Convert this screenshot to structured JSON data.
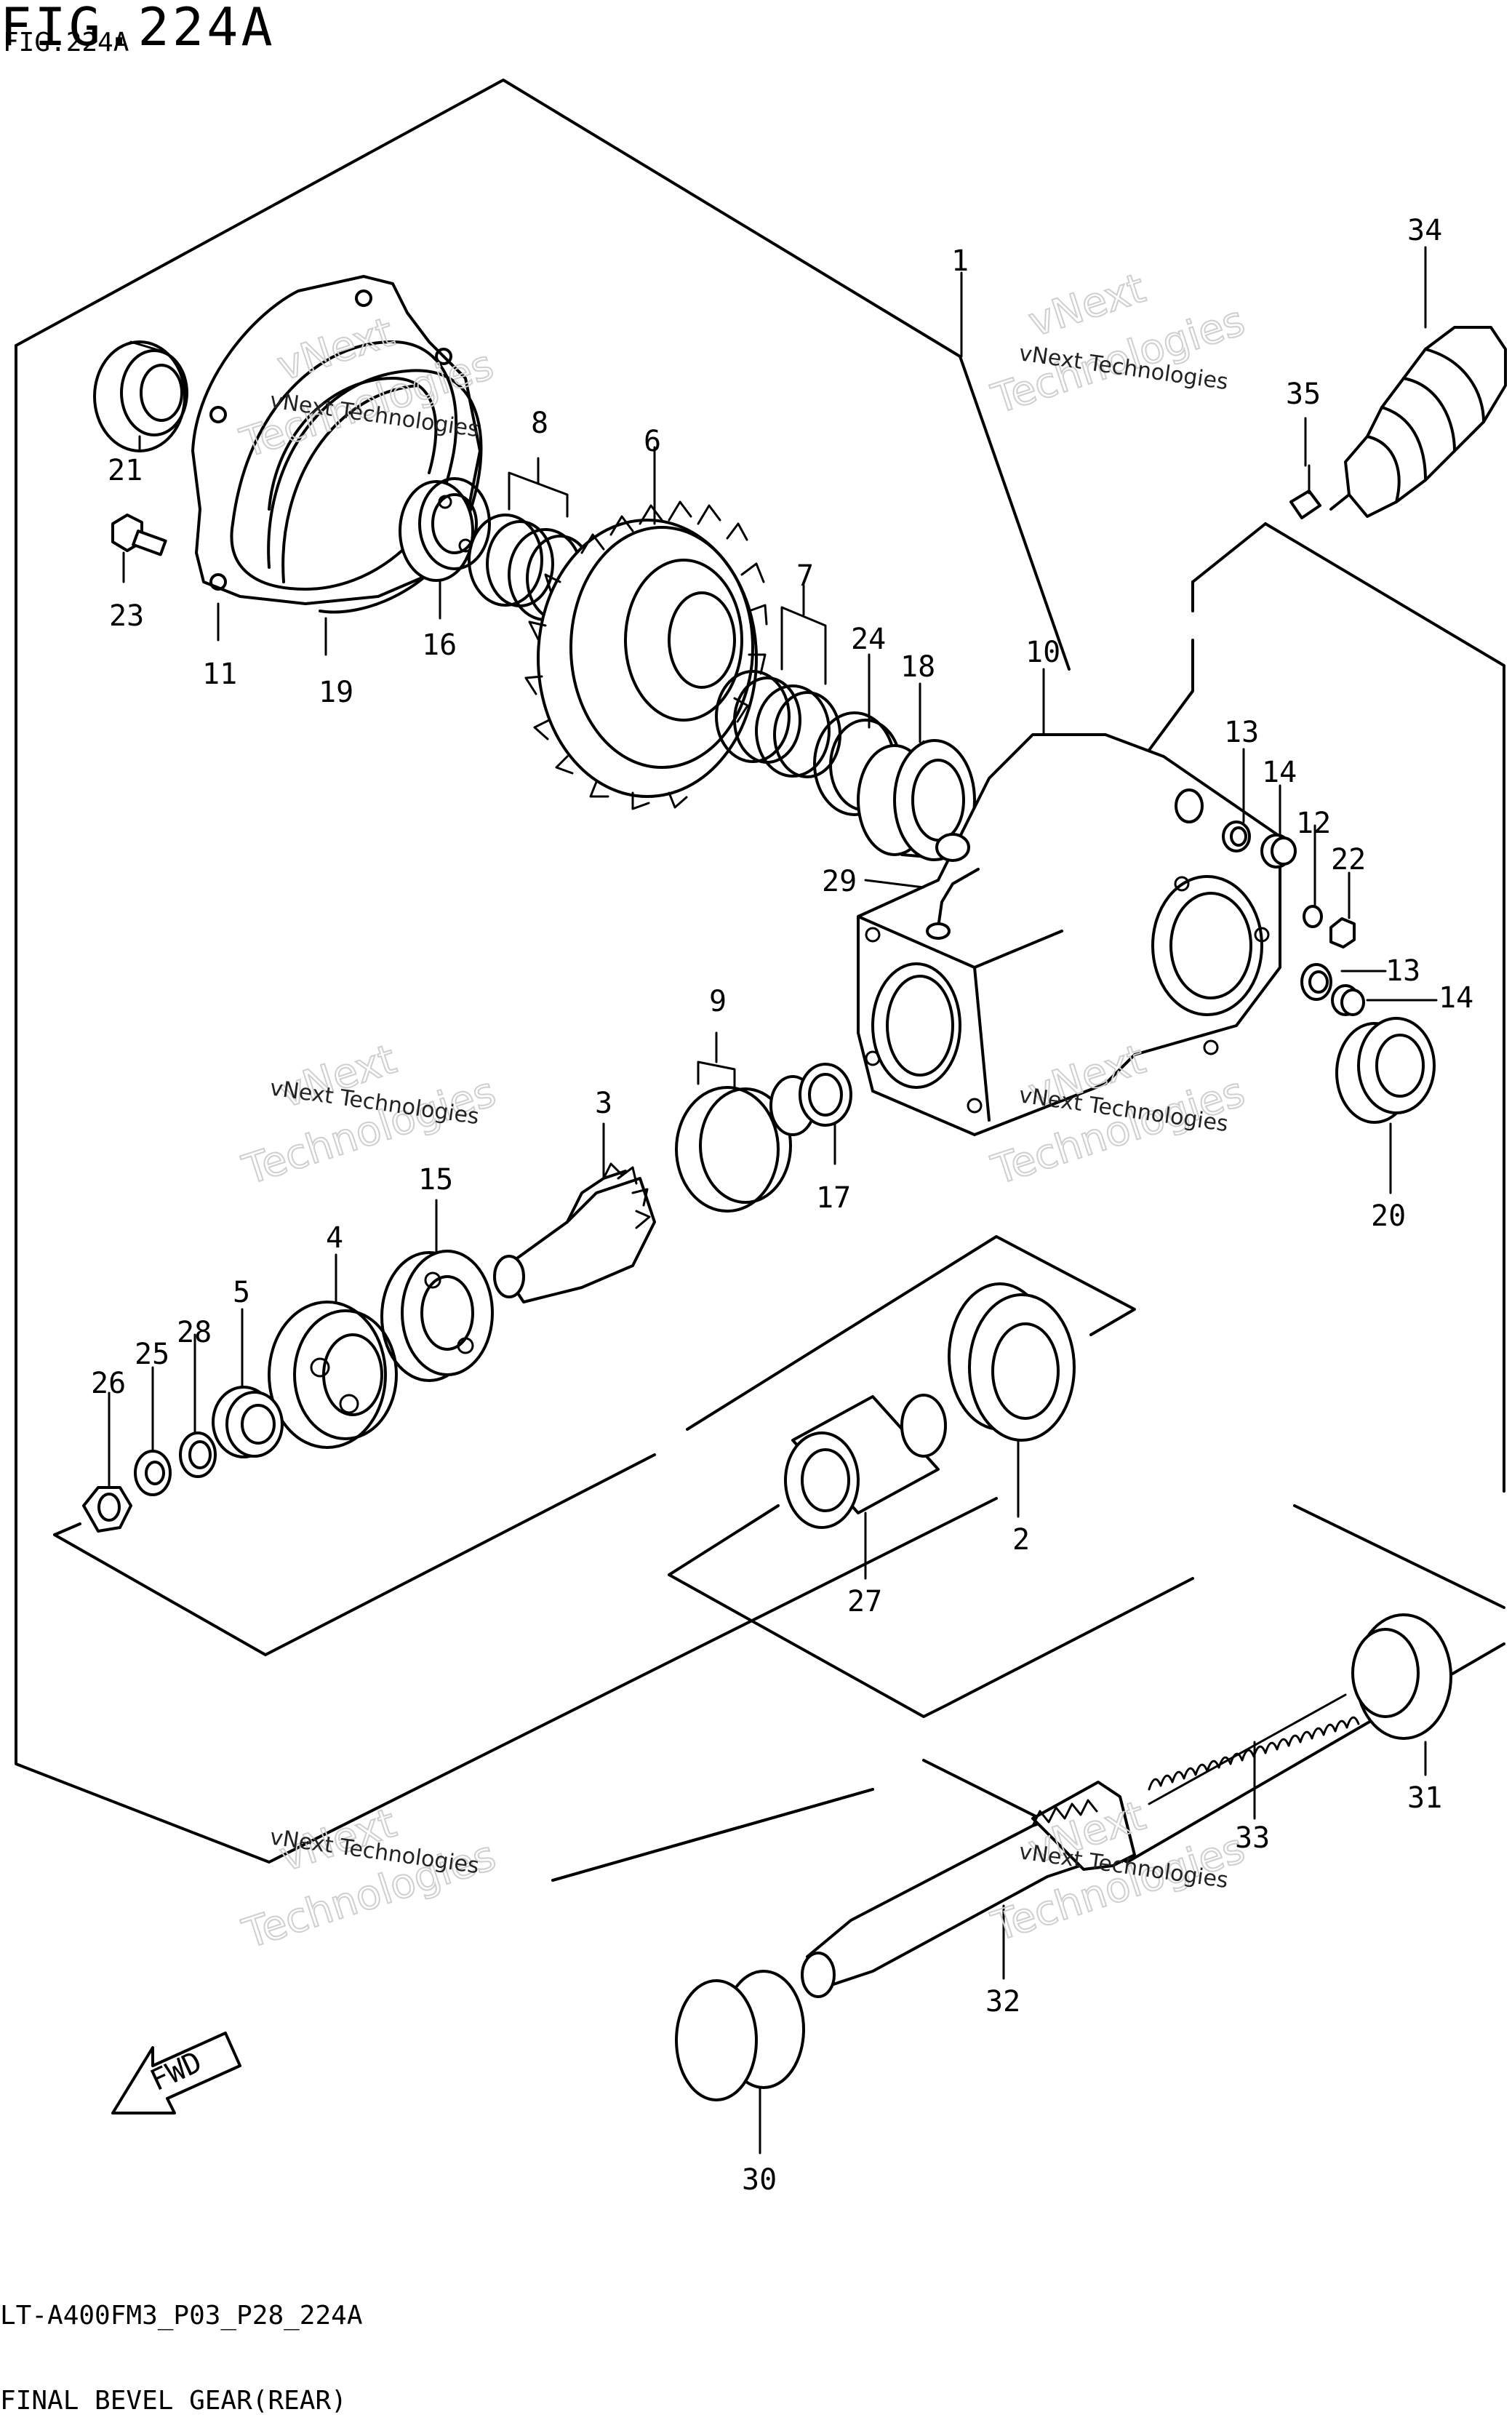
{
  "title": "FIG.224A",
  "title_overlap": "FIG.224A",
  "footer": {
    "code": "LT-A400FM3_P03_P28_224A",
    "caption": "FINAL BEVEL GEAR(REAR)"
  },
  "watermark": {
    "line1": "vNext Technologies",
    "big1": "vNext",
    "big2": "Technologies"
  },
  "fwd_label": "FWD",
  "callouts": {
    "c1": "1",
    "c2": "2",
    "c3": "3",
    "c4": "4",
    "c5": "5",
    "c6": "6",
    "c7": "7",
    "c8": "8",
    "c9": "9",
    "c10": "10",
    "c11": "11",
    "c12": "12",
    "c13a": "13",
    "c13b": "13",
    "c14a": "14",
    "c14b": "14",
    "c15": "15",
    "c16": "16",
    "c17": "17",
    "c18": "18",
    "c19": "19",
    "c20": "20",
    "c21": "21",
    "c22": "22",
    "c23": "23",
    "c24": "24",
    "c25": "25",
    "c26": "26",
    "c27": "27",
    "c28": "28",
    "c29": "29",
    "c30": "30",
    "c31": "31",
    "c32": "32",
    "c33": "33",
    "c34": "34",
    "c35": "35"
  }
}
